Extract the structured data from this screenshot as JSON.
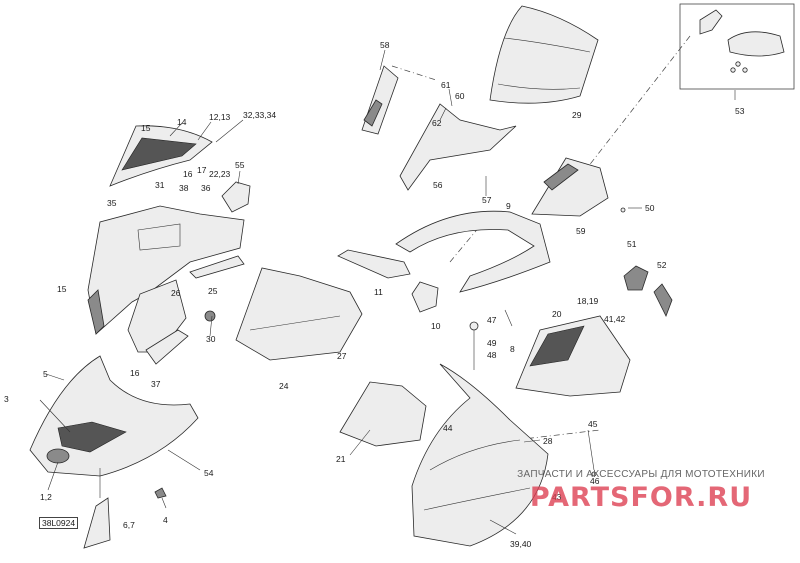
{
  "figure_code": "38L0924",
  "watermark": {
    "top_line": "ЗАПЧАСТИ И АКСЕССУАРЫ ДЛЯ МОТОТЕХНИКИ",
    "brand": "PARTSFOR.RU"
  },
  "callouts": [
    {
      "id": "c1",
      "text": "58"
    },
    {
      "id": "c2",
      "text": "61"
    },
    {
      "id": "c3",
      "text": "60"
    },
    {
      "id": "c4",
      "text": "62"
    },
    {
      "id": "c5",
      "text": "29"
    },
    {
      "id": "c6",
      "text": "53"
    },
    {
      "id": "c7",
      "text": "14"
    },
    {
      "id": "c8",
      "text": "15"
    },
    {
      "id": "c9",
      "text": "12,13"
    },
    {
      "id": "c10",
      "text": "32,33,34"
    },
    {
      "id": "c11",
      "text": "16"
    },
    {
      "id": "c12",
      "text": "17"
    },
    {
      "id": "c13",
      "text": "22,23"
    },
    {
      "id": "c14",
      "text": "55"
    },
    {
      "id": "c15",
      "text": "56"
    },
    {
      "id": "c16",
      "text": "31"
    },
    {
      "id": "c17",
      "text": "38"
    },
    {
      "id": "c18",
      "text": "36"
    },
    {
      "id": "c19",
      "text": "57"
    },
    {
      "id": "c20",
      "text": "35"
    },
    {
      "id": "c21",
      "text": "9"
    },
    {
      "id": "c22",
      "text": "50"
    },
    {
      "id": "c23",
      "text": "59"
    },
    {
      "id": "c24",
      "text": "51"
    },
    {
      "id": "c25",
      "text": "52"
    },
    {
      "id": "c26",
      "text": "15"
    },
    {
      "id": "c27",
      "text": "26"
    },
    {
      "id": "c28",
      "text": "25"
    },
    {
      "id": "c29",
      "text": "11"
    },
    {
      "id": "c30",
      "text": "18,19"
    },
    {
      "id": "c31",
      "text": "20"
    },
    {
      "id": "c32",
      "text": "41,42"
    },
    {
      "id": "c33",
      "text": "47"
    },
    {
      "id": "c34",
      "text": "30"
    },
    {
      "id": "c35",
      "text": "10"
    },
    {
      "id": "c36",
      "text": "49"
    },
    {
      "id": "c37",
      "text": "48"
    },
    {
      "id": "c38",
      "text": "8"
    },
    {
      "id": "c39",
      "text": "16"
    },
    {
      "id": "c40",
      "text": "27"
    },
    {
      "id": "c41",
      "text": "37"
    },
    {
      "id": "c42",
      "text": "24"
    },
    {
      "id": "c43",
      "text": "5"
    },
    {
      "id": "c44",
      "text": "3"
    },
    {
      "id": "c45",
      "text": "44"
    },
    {
      "id": "c46",
      "text": "45"
    },
    {
      "id": "c47",
      "text": "28"
    },
    {
      "id": "c48",
      "text": "21"
    },
    {
      "id": "c49",
      "text": "54"
    },
    {
      "id": "c50",
      "text": "46"
    },
    {
      "id": "c51",
      "text": "43"
    },
    {
      "id": "c52",
      "text": "1,2"
    },
    {
      "id": "c53",
      "text": "4"
    },
    {
      "id": "c54",
      "text": "6,7"
    },
    {
      "id": "c55",
      "text": "39,40"
    }
  ]
}
